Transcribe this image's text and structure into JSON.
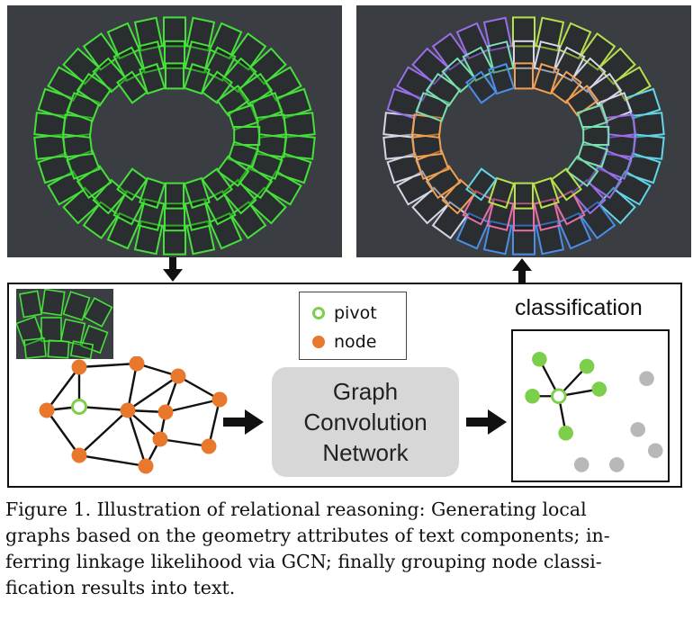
{
  "colors": {
    "photo_bg": "#3a3e42",
    "box_green": "#45e03a",
    "node_orange": "#e8792c",
    "pivot_green": "#7ccf4a",
    "gray_node": "#b8b8b8",
    "gcn_bg": "#d7d7d7"
  },
  "icons": {
    "down_arrow": "down-arrow-icon",
    "up_arrow": "up-arrow-icon",
    "right_arrow": "right-arrow-icon"
  },
  "legend": {
    "pivot_label": "pivot",
    "node_label": "node"
  },
  "gcn": {
    "line1": "Graph",
    "line2": "Convolution",
    "line3": "Network"
  },
  "classification": {
    "title": "classification"
  },
  "caption": {
    "text": "Figure 1. Illustration of relational reasoning: Generating local\ngraphs based on the geometry attributes of text components; in-\nferring linkage likelihood via GCN; finally grouping node classi-\nfication results into text."
  }
}
